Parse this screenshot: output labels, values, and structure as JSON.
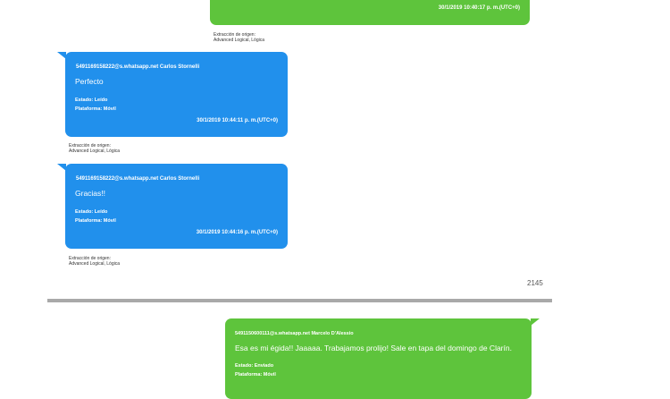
{
  "top_message": {
    "timestamp": "30/1/2019 10:40:17 p. m.(UTC+0)",
    "extraction_line1": "Extracción de origen:",
    "extraction_line2": "Advanced Logical, Lógica"
  },
  "messages": [
    {
      "sender": "5491169158222@s.whatsapp.net Carlos Stornelli",
      "text": "Perfecto",
      "estado": "Estado: Leído",
      "plataforma": "Plataforma: Móvil",
      "timestamp": "30/1/2019 10:44:11 p. m.(UTC+0)",
      "extraction_line1": "Extracción de origen:",
      "extraction_line2": "Advanced Logical, Lógica"
    },
    {
      "sender": "5491169158222@s.whatsapp.net Carlos Stornelli",
      "text": "Gracias!!",
      "estado": "Estado: Leído",
      "plataforma": "Plataforma: Móvil",
      "timestamp": "30/1/2019 10:44:16 p. m.(UTC+0)",
      "extraction_line1": "Extracción de origen:",
      "extraction_line2": "Advanced Logical, Lógica"
    }
  ],
  "page_number": "2145",
  "bottom_message": {
    "sender": "5491150600111@s.whatsapp.net Marcelo D'Alessio",
    "text": "Esa es mi égida!! Jaaaaa. Trabajamos prolijo! Sale en tapa del domingo de Clarín.",
    "estado": "Estado: Enviado",
    "plataforma": "Plataforma: Móvil"
  },
  "colors": {
    "outgoing_bubble": "#5ec43c",
    "incoming_bubble": "#2190ec",
    "page_separator": "#a9a9a9"
  }
}
